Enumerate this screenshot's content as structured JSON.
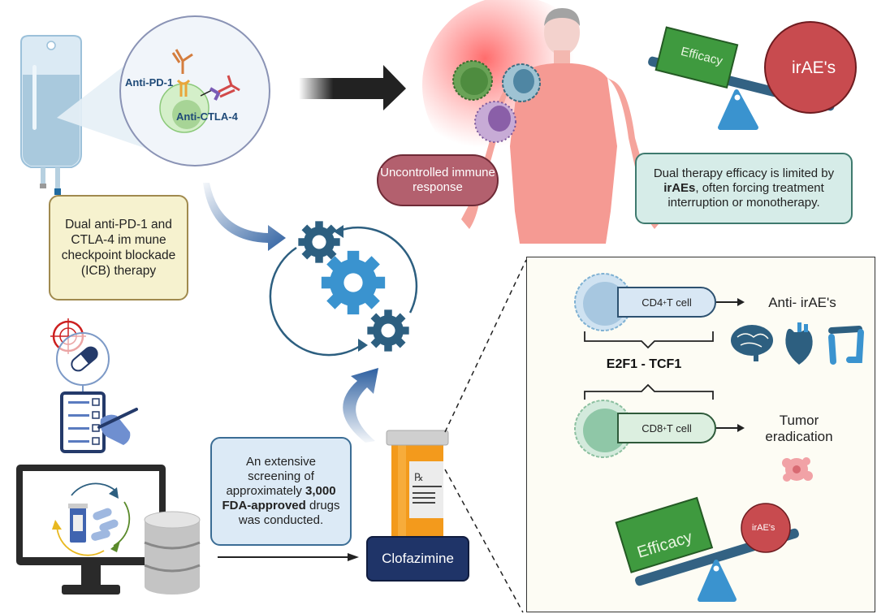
{
  "icb_therapy": {
    "antibody_labels": {
      "anti_pd1": "Anti-PD-1",
      "anti_ctla4": "Anti-CTLA-4"
    },
    "description": "Dual anti-PD-1 and CTLA-4 im mune checkpoint blockade (ICB) therapy"
  },
  "immune_response": {
    "label": "Uncontrolled immune response"
  },
  "top_balance": {
    "left_weight": "Efficacy",
    "right_weight": "irAE's",
    "tilt": "toward irAE's"
  },
  "limitation_note": {
    "prefix": "Dual therapy efficacy is limited by ",
    "bold": "irAEs",
    "suffix": ", often forcing treatment interruption or monotherapy."
  },
  "screening": {
    "line1": "An extensive screening of approximately ",
    "bold1": "3,000 FDA-approved",
    "line2": " drugs was conducted."
  },
  "drug": {
    "label": "Clofazimine",
    "rx_symbol": "Rx"
  },
  "mechanism": {
    "cd4": {
      "name": "CD4",
      "sup": "+",
      "suffix": " T cell",
      "outcome": "Anti- irAE's"
    },
    "target": "E2F1 - TCF1",
    "cd8": {
      "name": "CD8",
      "sup": "+",
      "suffix": " T cell",
      "outcome": "Tumor eradication"
    },
    "organs": [
      "brain-icon",
      "heart-icon",
      "colon-icon"
    ],
    "bottom_balance": {
      "left_weight": "Efficacy",
      "right_weight": "irAE's",
      "tilt": "toward Efficacy"
    }
  },
  "colors": {
    "dark_blue": "#2d5f80",
    "light_blue": "#3a93cf",
    "efficacy_green": "#3f9a3f",
    "irae_red": "#c84b4f",
    "clofazimine_navy": "#1f3468"
  }
}
